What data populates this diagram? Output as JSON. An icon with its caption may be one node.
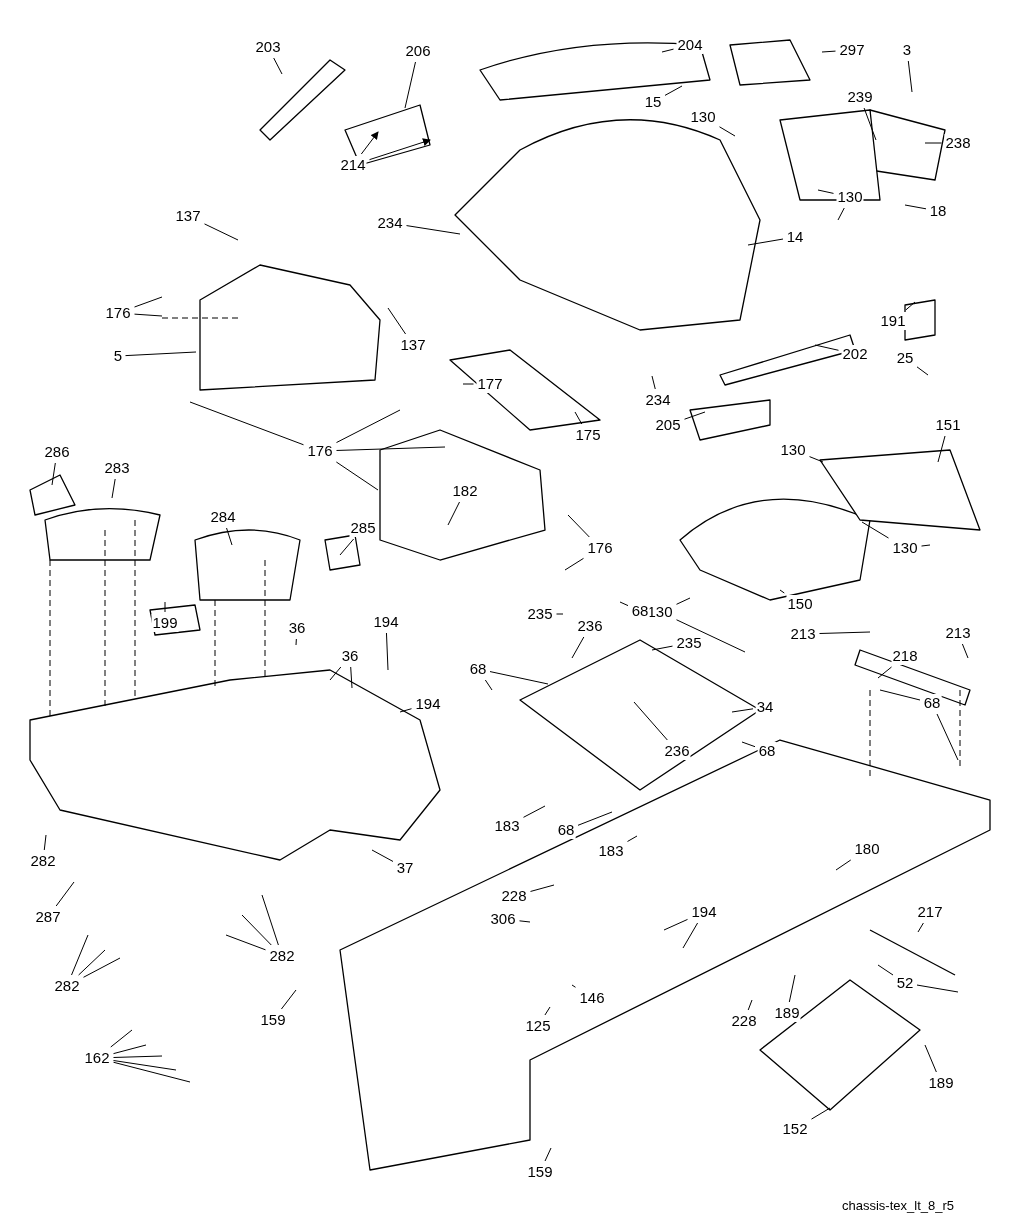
{
  "diagram": {
    "caption": "chassis-tex_lt_8_r5",
    "nodes": [
      {
        "text": [
          "203"
        ]
      },
      {
        "text": [
          "206"
        ]
      },
      {
        "text": [
          "204"
        ]
      },
      {
        "text": [
          "297"
        ]
      },
      {
        "text": [
          "3"
        ]
      },
      {
        "text": [
          "15"
        ]
      },
      {
        "text": [
          "130"
        ]
      },
      {
        "text": [
          "239"
        ]
      },
      {
        "text": [
          "238"
        ]
      },
      {
        "text": [
          "214"
        ]
      },
      {
        "text": [
          "130"
        ]
      },
      {
        "text": [
          "18"
        ]
      },
      {
        "text": [
          "137"
        ]
      },
      {
        "text": [
          "234"
        ]
      },
      {
        "text": [
          "14"
        ]
      },
      {
        "text": [
          "176"
        ]
      },
      {
        "text": [
          "5"
        ]
      },
      {
        "text": [
          "137"
        ]
      },
      {
        "text": [
          "191"
        ]
      },
      {
        "text": [
          "202"
        ]
      },
      {
        "text": [
          "25"
        ]
      },
      {
        "text": [
          "177"
        ]
      },
      {
        "text": [
          "234"
        ]
      },
      {
        "text": [
          "175"
        ]
      },
      {
        "text": [
          "205"
        ]
      },
      {
        "text": [
          "130"
        ]
      },
      {
        "text": [
          "151"
        ]
      },
      {
        "text": [
          "176"
        ]
      },
      {
        "text": [
          "286"
        ]
      },
      {
        "text": [
          "283"
        ]
      },
      {
        "text": [
          "182"
        ]
      },
      {
        "text": [
          "130"
        ]
      },
      {
        "text": [
          "176"
        ]
      },
      {
        "text": [
          "284"
        ]
      },
      {
        "text": [
          "285"
        ]
      },
      {
        "text": [
          "150"
        ]
      },
      {
        "text": [
          "130"
        ]
      },
      {
        "text": [
          "213"
        ]
      },
      {
        "text": [
          "213"
        ]
      },
      {
        "text": [
          "235"
        ]
      },
      {
        "text": [
          "236"
        ]
      },
      {
        "text": [
          "68"
        ]
      },
      {
        "text": [
          "199"
        ]
      },
      {
        "text": [
          "36"
        ]
      },
      {
        "text": [
          "194"
        ]
      },
      {
        "text": [
          "36"
        ]
      },
      {
        "text": [
          "218"
        ]
      },
      {
        "text": [
          "235"
        ]
      },
      {
        "text": [
          "68"
        ]
      },
      {
        "text": [
          "194"
        ]
      },
      {
        "text": [
          "34"
        ]
      },
      {
        "text": [
          "68"
        ]
      },
      {
        "text": [
          "68"
        ]
      },
      {
        "text": [
          "236"
        ]
      },
      {
        "text": [
          "183"
        ]
      },
      {
        "text": [
          "68"
        ]
      },
      {
        "text": [
          "183"
        ]
      },
      {
        "text": [
          "180"
        ]
      },
      {
        "text": [
          "282"
        ]
      },
      {
        "text": [
          "37"
        ]
      },
      {
        "text": [
          "228"
        ]
      },
      {
        "text": [
          "287"
        ]
      },
      {
        "text": [
          "306"
        ]
      },
      {
        "text": [
          "194"
        ]
      },
      {
        "text": [
          "217"
        ]
      },
      {
        "text": [
          "282"
        ]
      },
      {
        "text": [
          "282"
        ]
      },
      {
        "text": [
          "52"
        ]
      },
      {
        "text": [
          "146"
        ]
      },
      {
        "text": [
          "189"
        ]
      },
      {
        "text": [
          "159"
        ]
      },
      {
        "text": [
          "228"
        ]
      },
      {
        "text": [
          "125"
        ]
      },
      {
        "text": [
          "162"
        ]
      },
      {
        "text": [
          "189"
        ]
      },
      {
        "text": [
          "152"
        ]
      },
      {
        "text": [
          "159"
        ]
      }
    ],
    "edges": [
      {
        "from": 0,
        "to": null,
        "arrow": "none"
      },
      {
        "from": 1,
        "to": null,
        "arrow": "none"
      },
      {
        "from": 2,
        "to": null,
        "arrow": "none"
      },
      {
        "from": 3,
        "to": null,
        "arrow": "none"
      },
      {
        "from": 4,
        "to": null,
        "arrow": "none"
      },
      {
        "from": 5,
        "to": null,
        "arrow": "none"
      },
      {
        "from": 6,
        "to": null,
        "arrow": "none"
      },
      {
        "from": 7,
        "to": null,
        "arrow": "none"
      },
      {
        "from": 8,
        "to": null,
        "arrow": "none"
      },
      {
        "from": 9,
        "to": null,
        "arrow": "to"
      },
      {
        "from": 9,
        "to": null,
        "arrow": "to"
      },
      {
        "from": 10,
        "to": null,
        "arrow": "none"
      },
      {
        "from": 10,
        "to": null,
        "arrow": "none"
      },
      {
        "from": 11,
        "to": null,
        "arrow": "none"
      },
      {
        "from": 12,
        "to": null,
        "arrow": "none"
      },
      {
        "from": 13,
        "to": null,
        "arrow": "none"
      },
      {
        "from": 14,
        "to": null,
        "arrow": "none"
      },
      {
        "from": 15,
        "to": null,
        "arrow": "none"
      },
      {
        "from": 15,
        "to": null,
        "arrow": "none"
      },
      {
        "from": 16,
        "to": null,
        "arrow": "none"
      },
      {
        "from": 17,
        "to": null,
        "arrow": "none"
      },
      {
        "from": 18,
        "to": null,
        "arrow": "none"
      },
      {
        "from": 19,
        "to": null,
        "arrow": "none"
      },
      {
        "from": 20,
        "to": null,
        "arrow": "none"
      },
      {
        "from": 21,
        "to": null,
        "arrow": "none"
      },
      {
        "from": 22,
        "to": null,
        "arrow": "none"
      },
      {
        "from": 23,
        "to": null,
        "arrow": "none"
      },
      {
        "from": 24,
        "to": null,
        "arrow": "none"
      },
      {
        "from": 25,
        "to": null,
        "arrow": "none"
      },
      {
        "from": 26,
        "to": null,
        "arrow": "none"
      },
      {
        "from": 27,
        "to": null,
        "arrow": "none"
      },
      {
        "from": 27,
        "to": null,
        "arrow": "none"
      },
      {
        "from": 27,
        "to": null,
        "arrow": "none"
      },
      {
        "from": 27,
        "to": null,
        "arrow": "none"
      },
      {
        "from": 28,
        "to": null,
        "arrow": "none"
      },
      {
        "from": 29,
        "to": null,
        "arrow": "none"
      },
      {
        "from": 30,
        "to": null,
        "arrow": "none"
      },
      {
        "from": 31,
        "to": null,
        "arrow": "none"
      },
      {
        "from": 31,
        "to": null,
        "arrow": "none"
      },
      {
        "from": 32,
        "to": null,
        "arrow": "none"
      },
      {
        "from": 32,
        "to": null,
        "arrow": "none"
      },
      {
        "from": 33,
        "to": null,
        "arrow": "none"
      },
      {
        "from": 34,
        "to": null,
        "arrow": "none"
      },
      {
        "from": 35,
        "to": null,
        "arrow": "none"
      },
      {
        "from": 36,
        "to": null,
        "arrow": "none"
      },
      {
        "from": 36,
        "to": null,
        "arrow": "none"
      },
      {
        "from": 37,
        "to": null,
        "arrow": "none"
      },
      {
        "from": 38,
        "to": null,
        "arrow": "none"
      },
      {
        "from": 39,
        "to": null,
        "arrow": "none"
      },
      {
        "from": 40,
        "to": null,
        "arrow": "none"
      },
      {
        "from": 41,
        "to": null,
        "arrow": "none"
      },
      {
        "from": 42,
        "to": null,
        "arrow": "none"
      },
      {
        "from": 43,
        "to": null,
        "arrow": "none"
      },
      {
        "from": 44,
        "to": null,
        "arrow": "none"
      },
      {
        "from": 45,
        "to": null,
        "arrow": "none"
      },
      {
        "from": 45,
        "to": null,
        "arrow": "none"
      },
      {
        "from": 46,
        "to": null,
        "arrow": "none"
      },
      {
        "from": 47,
        "to": null,
        "arrow": "none"
      },
      {
        "from": 48,
        "to": null,
        "arrow": "none"
      },
      {
        "from": 48,
        "to": null,
        "arrow": "none"
      },
      {
        "from": 49,
        "to": null,
        "arrow": "none"
      },
      {
        "from": 50,
        "to": null,
        "arrow": "none"
      },
      {
        "from": 51,
        "to": null,
        "arrow": "none"
      },
      {
        "from": 51,
        "to": null,
        "arrow": "none"
      },
      {
        "from": 52,
        "to": null,
        "arrow": "none"
      },
      {
        "from": 53,
        "to": null,
        "arrow": "none"
      },
      {
        "from": 54,
        "to": null,
        "arrow": "none"
      },
      {
        "from": 55,
        "to": null,
        "arrow": "none"
      },
      {
        "from": 56,
        "to": null,
        "arrow": "none"
      },
      {
        "from": 57,
        "to": null,
        "arrow": "none"
      },
      {
        "from": 58,
        "to": null,
        "arrow": "none"
      },
      {
        "from": 59,
        "to": null,
        "arrow": "none"
      },
      {
        "from": 60,
        "to": null,
        "arrow": "none"
      },
      {
        "from": 61,
        "to": null,
        "arrow": "none"
      },
      {
        "from": 62,
        "to": null,
        "arrow": "none"
      },
      {
        "from": 63,
        "to": null,
        "arrow": "none"
      },
      {
        "from": 63,
        "to": null,
        "arrow": "none"
      },
      {
        "from": 64,
        "to": null,
        "arrow": "none"
      },
      {
        "from": 65,
        "to": null,
        "arrow": "none"
      },
      {
        "from": 65,
        "to": null,
        "arrow": "none"
      },
      {
        "from": 65,
        "to": null,
        "arrow": "none"
      },
      {
        "from": 66,
        "to": null,
        "arrow": "none"
      },
      {
        "from": 66,
        "to": null,
        "arrow": "none"
      },
      {
        "from": 66,
        "to": null,
        "arrow": "none"
      },
      {
        "from": 67,
        "to": null,
        "arrow": "none"
      },
      {
        "from": 67,
        "to": null,
        "arrow": "none"
      },
      {
        "from": 68,
        "to": null,
        "arrow": "none"
      },
      {
        "from": 69,
        "to": null,
        "arrow": "none"
      },
      {
        "from": 70,
        "to": null,
        "arrow": "none"
      },
      {
        "from": 71,
        "to": null,
        "arrow": "none"
      },
      {
        "from": 72,
        "to": null,
        "arrow": "none"
      },
      {
        "from": 73,
        "to": null,
        "arrow": "none"
      },
      {
        "from": 73,
        "to": null,
        "arrow": "none"
      },
      {
        "from": 73,
        "to": null,
        "arrow": "none"
      },
      {
        "from": 73,
        "to": null,
        "arrow": "none"
      },
      {
        "from": 73,
        "to": null,
        "arrow": "none"
      },
      {
        "from": 74,
        "to": null,
        "arrow": "none"
      },
      {
        "from": 75,
        "to": null,
        "arrow": "none"
      },
      {
        "from": 76,
        "to": null,
        "arrow": "none"
      }
    ]
  }
}
